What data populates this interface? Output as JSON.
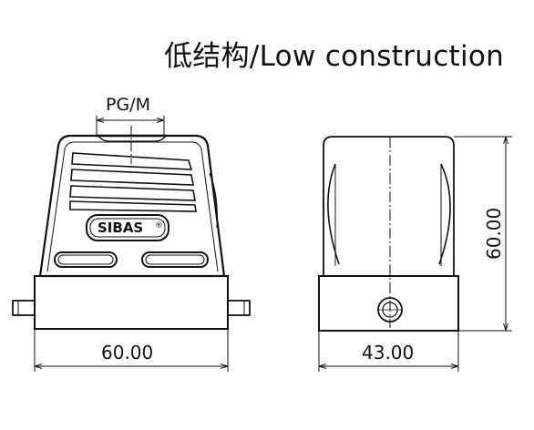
{
  "title": "低结构/Low construction",
  "labels": {
    "cable_entry": "PG/M",
    "brand": "SIBAS",
    "brand_mark": "®"
  },
  "dimensions": {
    "front_width": "60.00",
    "side_width": "43.00",
    "side_height": "60.00"
  }
}
